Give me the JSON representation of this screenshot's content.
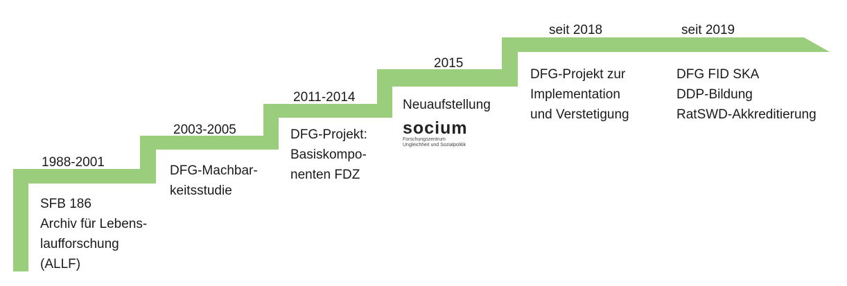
{
  "diagram": {
    "arrow_color": "#9acd7c",
    "text_color": "#1a1a1a",
    "steps": [
      {
        "year": "1988-2001",
        "lines": [
          "SFB 186",
          "Archiv für Lebens-",
          "laufforschung",
          "(ALLF)"
        ]
      },
      {
        "year": "2003-2005",
        "lines": [
          "DFG-Machbar-",
          "keitsstudie"
        ]
      },
      {
        "year": "2011-2014",
        "lines": [
          "DFG-Projekt:",
          "Basiskompo-",
          "nenten FDZ"
        ]
      },
      {
        "year": "2015",
        "lines": [
          "Neuaufstellung"
        ]
      },
      {
        "year": "seit 2018",
        "lines": [
          "DFG-Projekt zur",
          "Implementation",
          "und Verstetigung"
        ]
      },
      {
        "year": "seit 2019",
        "lines": [
          "DFG FID SKA",
          "DDP-Bildung",
          "RatSWD-Akkreditierung"
        ]
      }
    ],
    "logo": {
      "icon": "socium-logo",
      "wordmark": "socium",
      "subline_1": "Forschungszentrum",
      "subline_2": "Ungleichheit und Sozialpolitik"
    }
  }
}
